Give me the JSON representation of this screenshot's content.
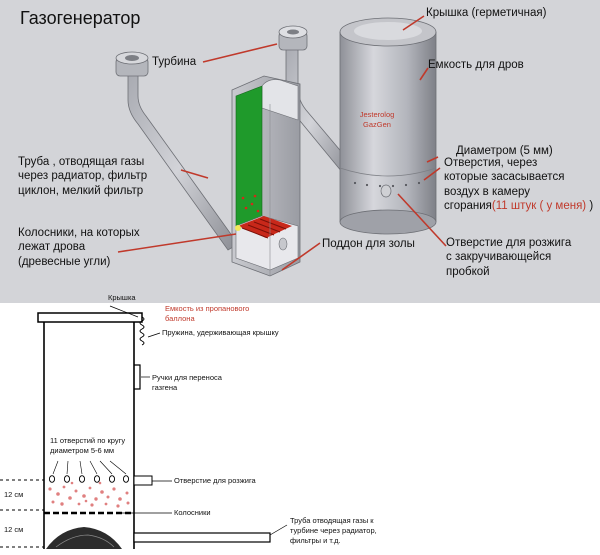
{
  "top": {
    "title": "Газогенератор",
    "labels": {
      "lid": "Крышка (герметичная)",
      "turbine": "Турбина",
      "wood_tank": "Емкость для дров",
      "watermark_1": "Jesterolog",
      "watermark_2": "GazGen",
      "diameter": "Диаметром (5 мм)",
      "holes_1": "Отверстия, через",
      "holes_2": "которые засасывается",
      "holes_3": "воздух в камеру",
      "holes_4": "сгорания",
      "holes_count": "(11 штук ( у меня)",
      "holes_paren": ")",
      "pipe_1": "Труба , отводящая газы",
      "pipe_2": "через радиатор, фильтр",
      "pipe_3": "циклон, мелкий фильтр",
      "grate_1": "Колосники, на которых",
      "grate_2": "лежат дрова",
      "grate_3": "(древесные угли)",
      "ash_tray": "Поддон для золы",
      "ignition_1": "Отверстие для розжига",
      "ignition_2": "с закручивающейся",
      "ignition_3": "пробкой"
    }
  },
  "bottom": {
    "labels": {
      "lid": "Крышка",
      "propane_1": "Емкость из пропанового",
      "propane_2": "баллона",
      "spring": "Пружина, удерживающая крышку",
      "handles_1": "Ручки для переноса",
      "handles_2": "газгена",
      "holes_1": "11 отверстий по кругу",
      "holes_2": "диаметром 5-6 мм",
      "ignition": "Отверстие для розжига",
      "grate": "Колосники",
      "pipe_1": "Труба отводящая газы к",
      "pipe_2": "турбине через радиатор,",
      "pipe_3": "фильтры и т.д.",
      "dim_upper": "12 см",
      "dim_lower": "12 см"
    }
  },
  "colors": {
    "top_background": "#d3d4d8",
    "metal": "#b9bbc2",
    "chamber_green": "#1f9a2b",
    "embers": "#d22a1a",
    "leader_red": "#c0392b"
  }
}
